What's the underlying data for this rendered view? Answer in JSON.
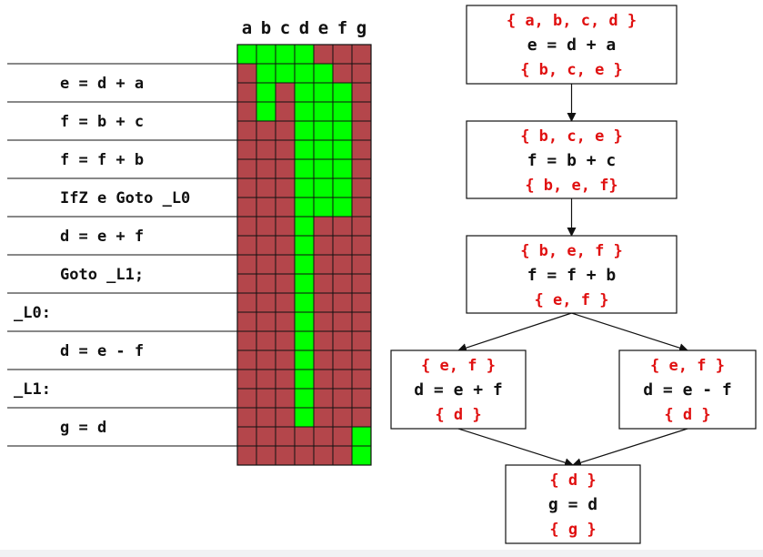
{
  "colors": {
    "live": "#00ff00",
    "dead": "#b4464b",
    "set_text": "#e01010",
    "text": "#111111"
  },
  "variables": [
    "a",
    "b",
    "c",
    "d",
    "e",
    "f",
    "g"
  ],
  "code_lines": [
    "e = d + a",
    "f = b + c",
    "f = f + b",
    "IfZ e Goto _L0",
    "d = e + f",
    "Goto _L1;",
    "_L0:",
    "d = e - f",
    "_L1:",
    "g = d"
  ],
  "liveness_grid": [
    [
      1,
      1,
      1,
      1,
      0,
      0,
      0
    ],
    [
      0,
      1,
      1,
      1,
      1,
      0,
      0
    ],
    [
      0,
      1,
      0,
      1,
      1,
      1,
      0
    ],
    [
      0,
      1,
      0,
      1,
      1,
      1,
      0
    ],
    [
      0,
      0,
      0,
      1,
      1,
      1,
      0
    ],
    [
      0,
      0,
      0,
      1,
      1,
      1,
      0
    ],
    [
      0,
      0,
      0,
      1,
      1,
      1,
      0
    ],
    [
      0,
      0,
      0,
      1,
      1,
      1,
      0
    ],
    [
      0,
      0,
      0,
      1,
      1,
      1,
      0
    ],
    [
      0,
      0,
      0,
      1,
      0,
      0,
      0
    ],
    [
      0,
      0,
      0,
      1,
      0,
      0,
      0
    ],
    [
      0,
      0,
      0,
      1,
      0,
      0,
      0
    ],
    [
      0,
      0,
      0,
      1,
      0,
      0,
      0
    ],
    [
      0,
      0,
      0,
      1,
      0,
      0,
      0
    ],
    [
      0,
      0,
      0,
      1,
      0,
      0,
      0
    ],
    [
      0,
      0,
      0,
      1,
      0,
      0,
      0
    ],
    [
      0,
      0,
      0,
      1,
      0,
      0,
      0
    ],
    [
      0,
      0,
      0,
      1,
      0,
      0,
      0
    ],
    [
      0,
      0,
      0,
      1,
      0,
      0,
      0
    ],
    [
      0,
      0,
      0,
      1,
      0,
      0,
      0
    ],
    [
      0,
      0,
      0,
      0,
      0,
      0,
      1
    ],
    [
      0,
      0,
      0,
      0,
      0,
      0,
      1
    ]
  ],
  "cfg_nodes": [
    {
      "id": "n1",
      "in": "{ a, b, c, d }",
      "stmt": "e = d + a",
      "out": "{ b, c, e }"
    },
    {
      "id": "n2",
      "in": "{ b, c, e }",
      "stmt": "f = b + c",
      "out": "{ b, e, f}"
    },
    {
      "id": "n3",
      "in": "{ b, e, f }",
      "stmt": "f = f + b",
      "out": "{ e, f }"
    },
    {
      "id": "n4",
      "in": "{ e, f }",
      "stmt": "d = e + f",
      "out": "{ d }"
    },
    {
      "id": "n5",
      "in": "{ e, f }",
      "stmt": "d = e - f",
      "out": "{ d }"
    },
    {
      "id": "n6",
      "in": "{ d }",
      "stmt": "g = d",
      "out": "{ g }"
    }
  ],
  "cfg_edges": [
    [
      "n1",
      "n2"
    ],
    [
      "n2",
      "n3"
    ],
    [
      "n3",
      "n4"
    ],
    [
      "n3",
      "n5"
    ],
    [
      "n4",
      "n6"
    ],
    [
      "n5",
      "n6"
    ]
  ]
}
